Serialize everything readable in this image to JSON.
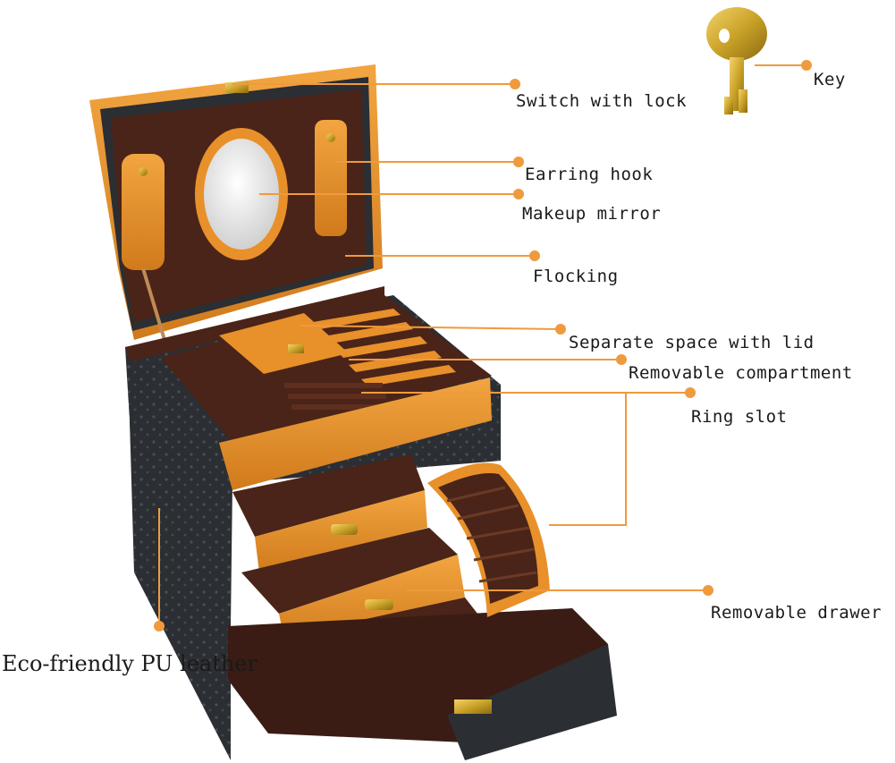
{
  "labels": {
    "switch_with_lock": "Switch with lock",
    "key": "Key",
    "earring_hook": "Earring hook",
    "makeup_mirror": "Makeup mirror",
    "flocking": "Flocking",
    "separate_space_with_lid": "Separate space with lid",
    "removable_compartment": "Removable compartment",
    "ring_slot": "Ring slot",
    "removable_drawer": "Removable drawer",
    "eco_friendly_pu_leather": "Eco-friendly PU leather"
  },
  "colors": {
    "leader_line": "#f09a3e",
    "leather": "#2b2e33",
    "flocking": "#4a2418",
    "trim": "#e8902a",
    "trim_dark": "#c9731a",
    "key_gold": "#c9a227"
  }
}
